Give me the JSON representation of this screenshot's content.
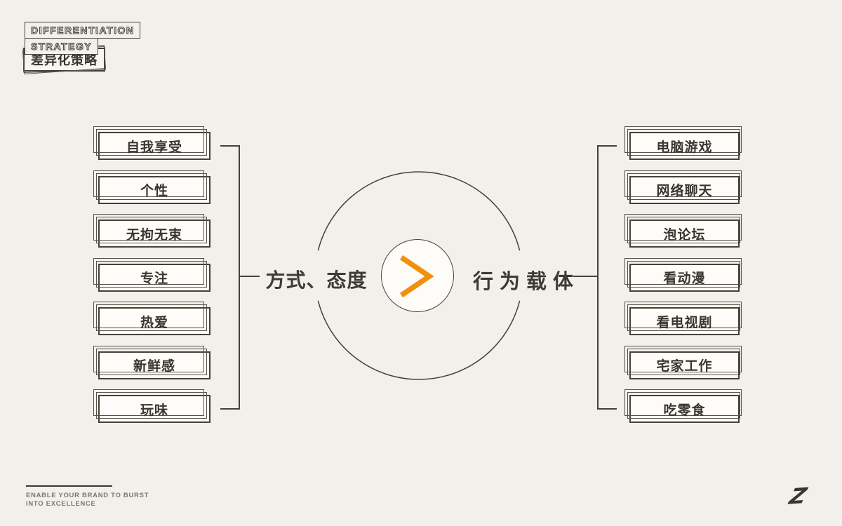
{
  "header": {
    "title_line1": "DIFFERENTIATION",
    "title_line2": "STRATEGY",
    "subtitle": "差异化策略"
  },
  "diagram": {
    "left_group_label": "方式、态度",
    "right_group_label": "行为载体",
    "center_symbol": "greater-than-chevron",
    "left_items": [
      "自我享受",
      "个性",
      "无拘无束",
      "专注",
      "热爱",
      "新鲜感",
      "玩味"
    ],
    "right_items": [
      "电脑游戏",
      "网络聊天",
      "泡论坛",
      "看动漫",
      "看电视剧",
      "宅家工作",
      "吃零食"
    ]
  },
  "footer": {
    "tagline_line1": "ENABLE YOUR BRAND TO BURST",
    "tagline_line2": "INTO EXCELLENCE",
    "logo": "Z"
  },
  "colors": {
    "background": "#f2f0ea",
    "ink": "#45413a",
    "card_fill": "#fdfcf8",
    "accent_orange": "#f0910d"
  }
}
